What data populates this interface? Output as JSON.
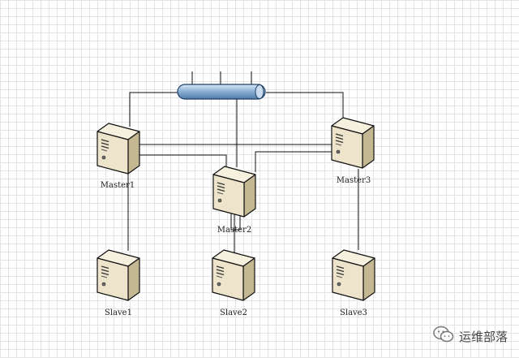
{
  "nodes": [
    {
      "id": "master1",
      "label": "Master1"
    },
    {
      "id": "master2",
      "label": "Master2"
    },
    {
      "id": "master3",
      "label": "Master3"
    },
    {
      "id": "slave1",
      "label": "Slave1"
    },
    {
      "id": "slave2",
      "label": "Slave2"
    },
    {
      "id": "slave3",
      "label": "Slave3"
    }
  ],
  "watermark": {
    "text": "运维部落",
    "icon": "wechat-icon"
  },
  "colors": {
    "server_front": "#ede4cb",
    "server_side": "#c4b892",
    "server_top": "#f6f0df",
    "server_outline": "#111111",
    "bus_fill": "#8fb2d6",
    "line": "#111111"
  }
}
